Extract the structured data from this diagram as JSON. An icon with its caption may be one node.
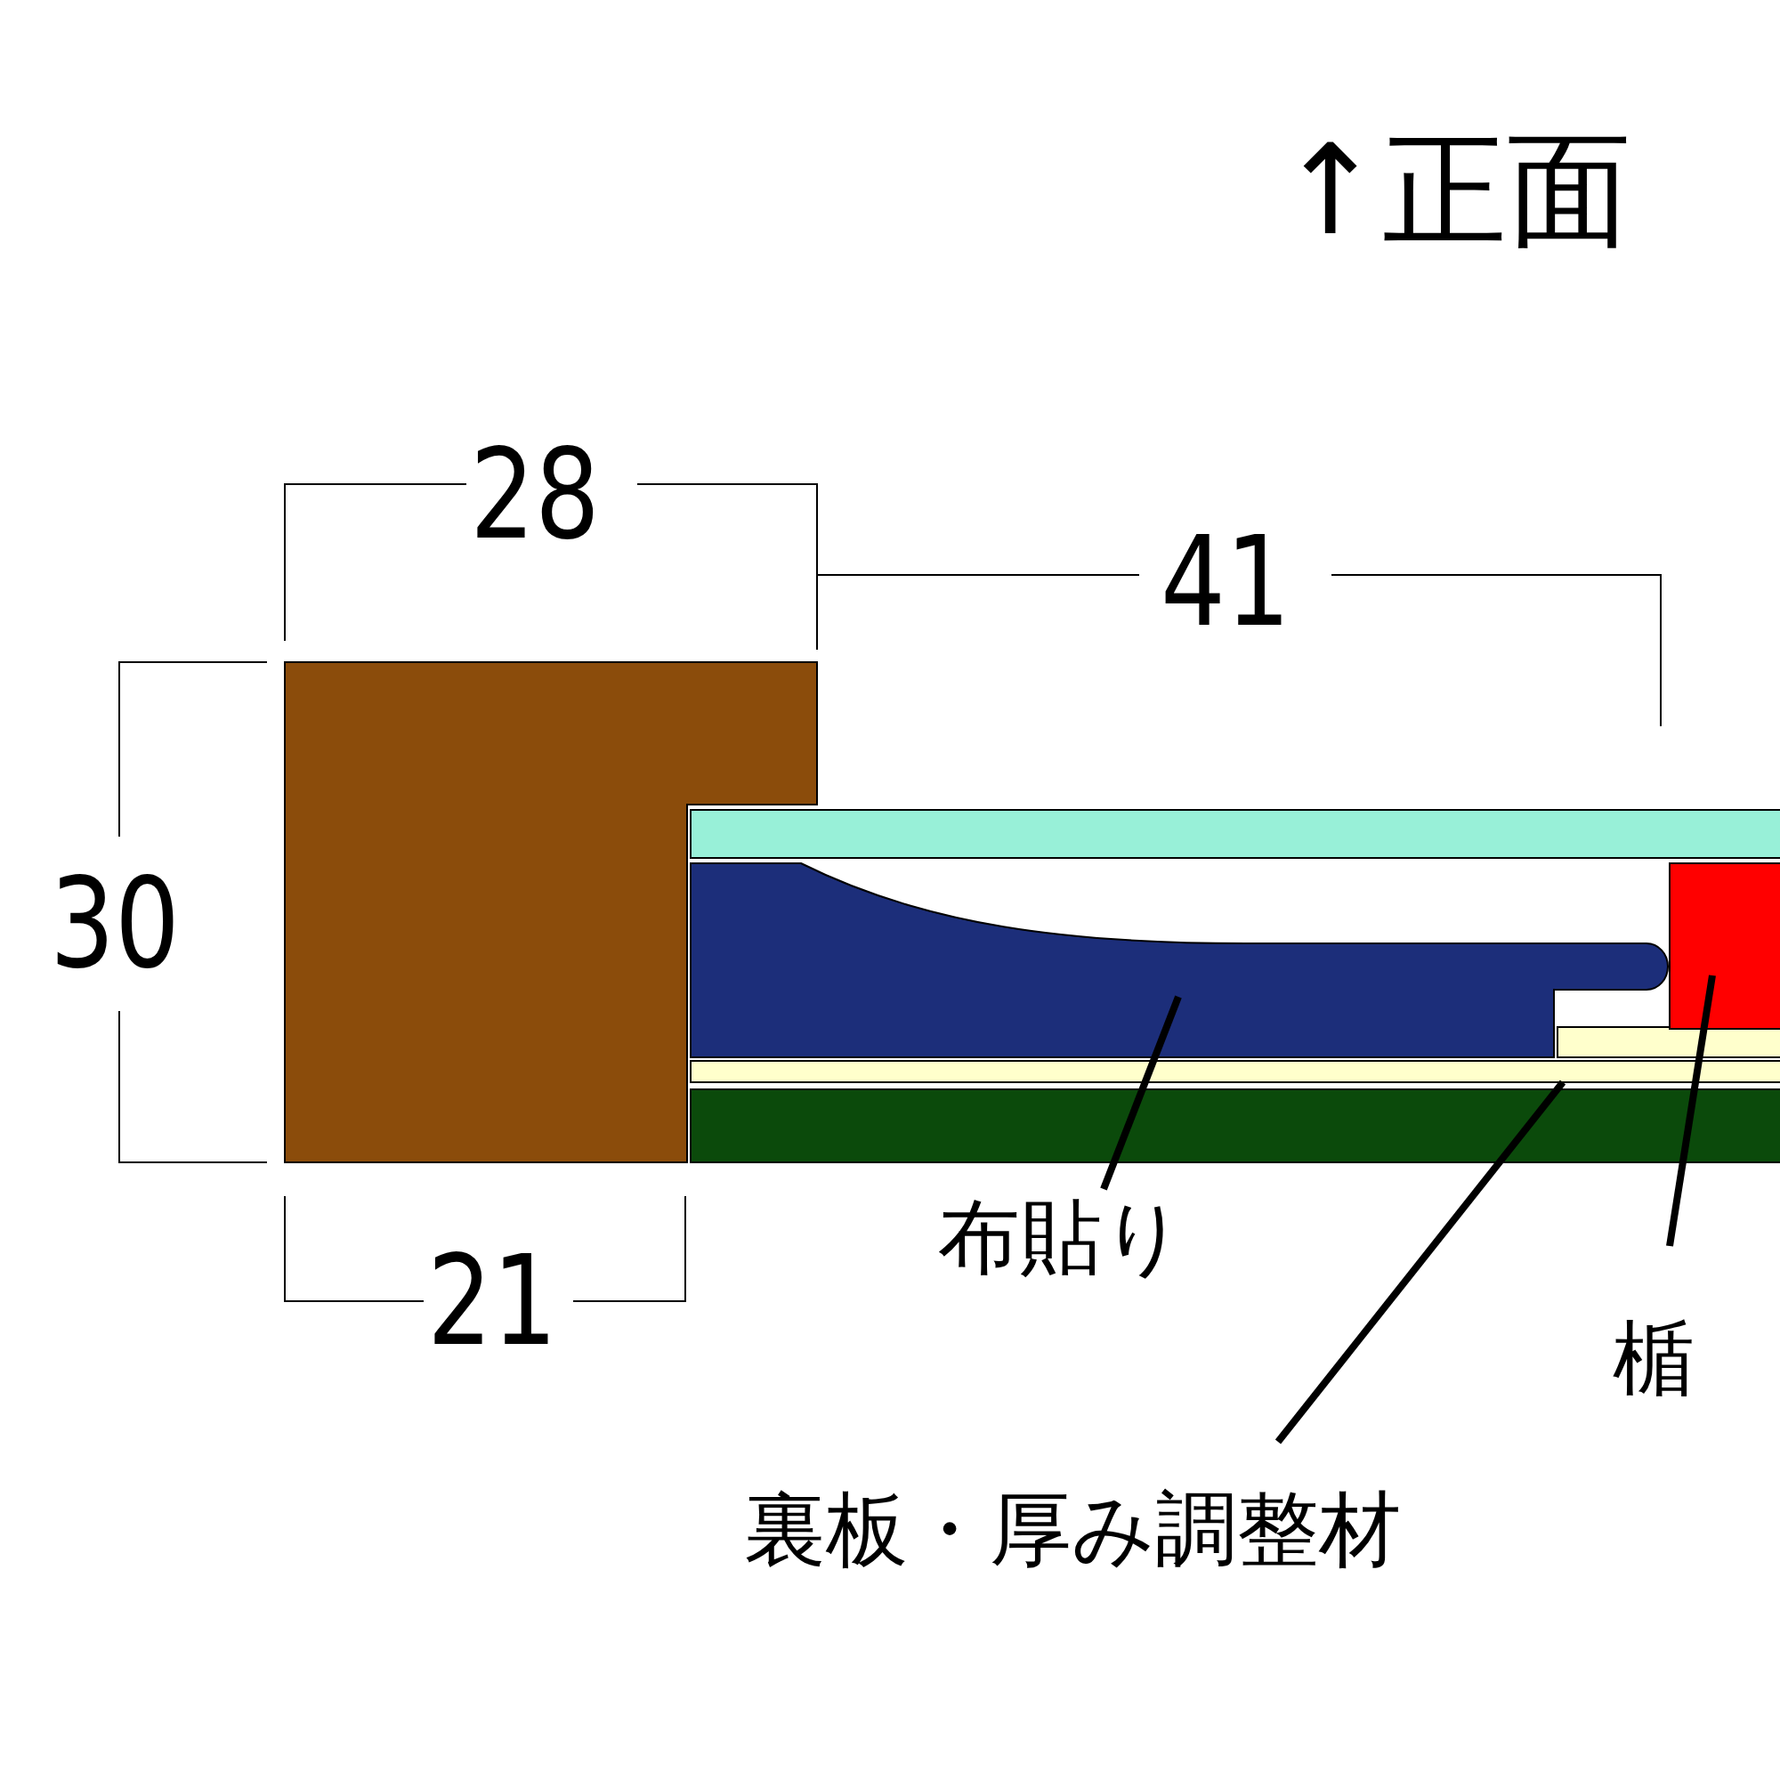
{
  "diagram": {
    "nodes": [
      {
        "text": [
          "布貼り"
        ]
      },
      {
        "text": [],
        "shape": "picture"
      },
      {
        "text": [
          "裏板・厚み調整材"
        ]
      },
      {
        "text": [],
        "shape": "bar"
      },
      {
        "text": [
          "楯"
        ]
      },
      {
        "text": [],
        "shape": "box"
      }
    ],
    "edges": [
      {
        "from": 0,
        "to": 1,
        "arrow": "none"
      },
      {
        "from": 2,
        "to": 3,
        "arrow": "none"
      },
      {
        "from": 4,
        "to": 5,
        "arrow": "none"
      }
    ],
    "labels": [
      "↑正面",
      "28",
      "41",
      "30",
      "21"
    ]
  }
}
